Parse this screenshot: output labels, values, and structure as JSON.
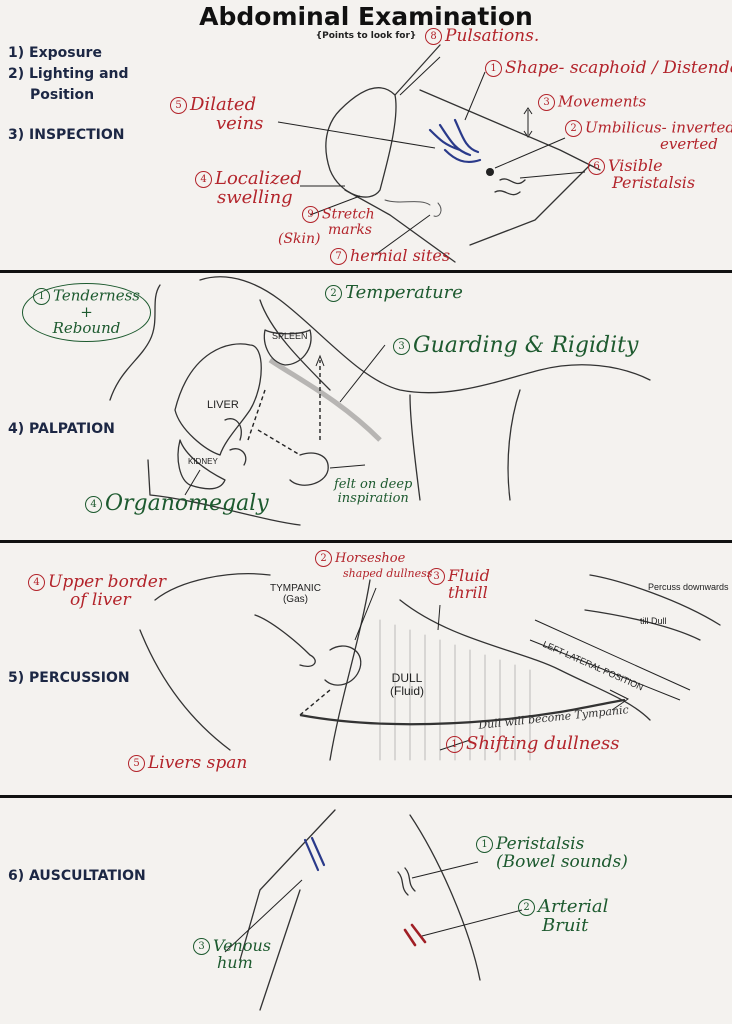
{
  "title": "Abdominal Examination",
  "subtitle": "{Points to look for}",
  "steps": {
    "exposure": "1) Exposure",
    "lighting": "2) Lighting and",
    "position": "Position",
    "inspection": "3) INSPECTION",
    "palpation": "4) PALPATION",
    "percussion": "5) PERCUSSION",
    "auscultation": "6) AUSCULTATION"
  },
  "inspection": {
    "pulsations": {
      "n": "8",
      "text": "Pulsations."
    },
    "shape": {
      "n": "1",
      "text": "Shape- scaphoid / Distended"
    },
    "dilated_veins": {
      "n": "5",
      "l1": "Dilated",
      "l2": "veins"
    },
    "movements": {
      "n": "3",
      "text": "Movements"
    },
    "umbilicus": {
      "n": "2",
      "l1": "Umbilicus- inverted/",
      "l2": "everted"
    },
    "localized_swelling": {
      "n": "4",
      "l1": "Localized",
      "l2": "swelling"
    },
    "visible_peristalsis": {
      "n": "6",
      "l1": "Visible",
      "l2": "Peristalsis"
    },
    "stretch_marks": {
      "n": "9",
      "l1": "Stretch",
      "l2": "marks",
      "l3": "(Skin)"
    },
    "hernial_sites": {
      "n": "7",
      "text": "hernial sites"
    }
  },
  "palpation": {
    "tenderness": {
      "n": "1",
      "l1": "Tenderness",
      "l2": "+",
      "l3": "Rebound"
    },
    "temperature": {
      "n": "2",
      "text": "Temperature"
    },
    "guarding": {
      "n": "3",
      "text": "Guarding & Rigidity"
    },
    "organomegaly": {
      "n": "4",
      "text": "Organomegaly"
    },
    "spleen": "SPLEEN",
    "liver": "LIVER",
    "kidney": "KIDNEY",
    "felt_on_deep": {
      "l1": "felt on deep",
      "l2": "inspiration"
    }
  },
  "percussion": {
    "upper_border": {
      "n": "4",
      "l1": "Upper border",
      "l2": "of liver"
    },
    "horseshoe": {
      "n": "2",
      "l1": "Horseshoe",
      "l2": "shaped dullness"
    },
    "fluid_thrill": {
      "n": "3",
      "l1": "Fluid",
      "l2": "thrill"
    },
    "tympanic": {
      "l1": "TYMPANIC",
      "l2": "(Gas)"
    },
    "dull_fluid": {
      "l1": "DULL",
      "l2": "(Fluid)"
    },
    "dull_becomes": "Dull will become Tympanic",
    "shifting": {
      "n": "1",
      "text": "Shifting dullness"
    },
    "livers_span": {
      "n": "5",
      "text": "Livers span"
    },
    "percuss_downwards": "Percuss downwards",
    "till_dull": "till Dull",
    "left_lateral": "LEFT LATERAL POSITION"
  },
  "auscultation": {
    "peristalsis": {
      "n": "1",
      "l1": "Peristalsis",
      "l2": "(Bowel sounds)"
    },
    "arterial_bruit": {
      "n": "2",
      "l1": "Arterial",
      "l2": "Bruit"
    },
    "venous_hum": {
      "n": "3",
      "l1": "Venous",
      "l2": "hum"
    }
  },
  "colors": {
    "annotation_red": "#b3242b",
    "annotation_green": "#1d5a2f",
    "step_navy": "#1c2744"
  }
}
